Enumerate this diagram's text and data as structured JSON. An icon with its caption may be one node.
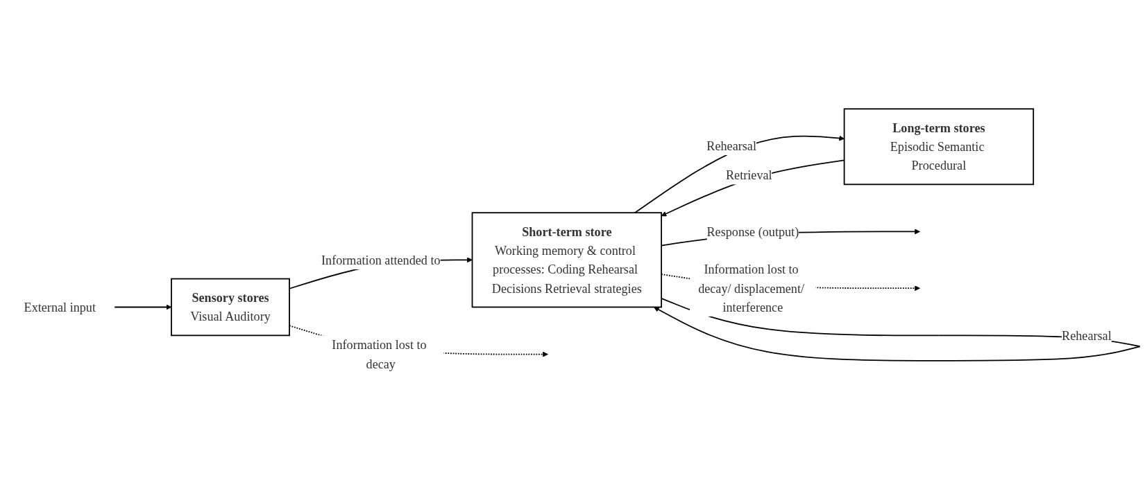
{
  "diagram": {
    "nodes": [
      {
        "text": [
          "External input"
        ]
      },
      {
        "text": [
          "Sensory stores",
          "Visual Auditory"
        ]
      },
      {
        "text": [
          "Short-term store",
          "Working memory & control processes: Coding Rehearsal Decisions Retrieval strategies"
        ]
      },
      {
        "text": [
          "Long-term stores",
          "Episodic Semantic Procedural"
        ]
      }
    ],
    "edges": [
      {
        "from": 0,
        "to": 1,
        "arrow": "to"
      },
      {
        "from": 1,
        "to": 2,
        "arrow": "to",
        "label": "Information attended to"
      },
      {
        "from": 1,
        "to": null,
        "arrow": "to",
        "style": "dashed",
        "label": "Information lost to decay"
      },
      {
        "from": 2,
        "to": 2,
        "arrow": "to",
        "label": "Rehearsal"
      },
      {
        "from": 2,
        "to": 3,
        "arrow": "to",
        "label": "Rehearsal"
      },
      {
        "from": 3,
        "to": 2,
        "arrow": "to",
        "label": "Retrieval"
      },
      {
        "from": 2,
        "to": null,
        "arrow": "to",
        "label": "Response (output)"
      },
      {
        "from": 2,
        "to": null,
        "arrow": "to",
        "style": "dashed",
        "label": "Information lost to decay/ displacement/ interference"
      }
    ]
  }
}
